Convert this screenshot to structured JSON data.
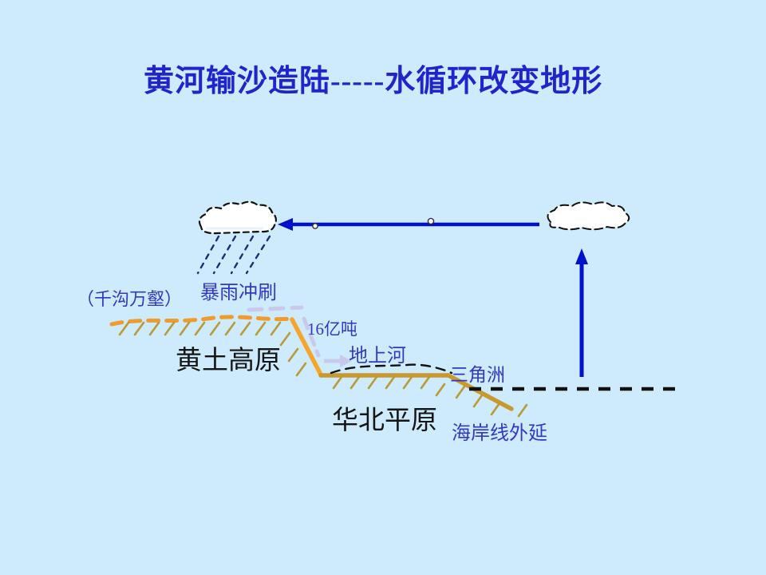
{
  "slide": {
    "title": "黄河输沙造陆-----水循环改变地形"
  },
  "labels": {
    "gullies": "（千沟万壑）",
    "storm_erosion": "暴雨冲刷",
    "sediment_amount": "16亿吨",
    "elevated_river": "地上河",
    "loess_plateau": "黄土高原",
    "delta": "三角洲",
    "north_china_plain": "华北平原",
    "coastline_extension": "海岸线外延"
  },
  "colors": {
    "background": "#cdebfc",
    "title_blue": "#2323cb",
    "label_blue": "#3538bf",
    "text_black": "#151515",
    "arrow_blue": "#0011cc",
    "rain_navy": "#1f2d73",
    "plateau_orange": "#f09b30",
    "slope_orange": "#f5a42c",
    "ground_gold": "#c8992e",
    "hatch_gold": "#b89a3a",
    "river_lavender": "#c9c9ee",
    "cloud_fill": "#ffffff",
    "outline_black": "#111111"
  },
  "icons": {
    "left_cloud": "rain-cloud-icon",
    "right_cloud": "cloud-icon",
    "rain": "rain-dashes-icon",
    "horizontal_arrow": "vapor-transport-arrow-icon",
    "vertical_arrow": "evaporation-arrow-icon",
    "lavender_arrow": "river-flow-arrow-icon",
    "sea_level": "sea-level-dashed-line",
    "elevated_river_bed": "elevated-riverbed-dashed-arc"
  }
}
